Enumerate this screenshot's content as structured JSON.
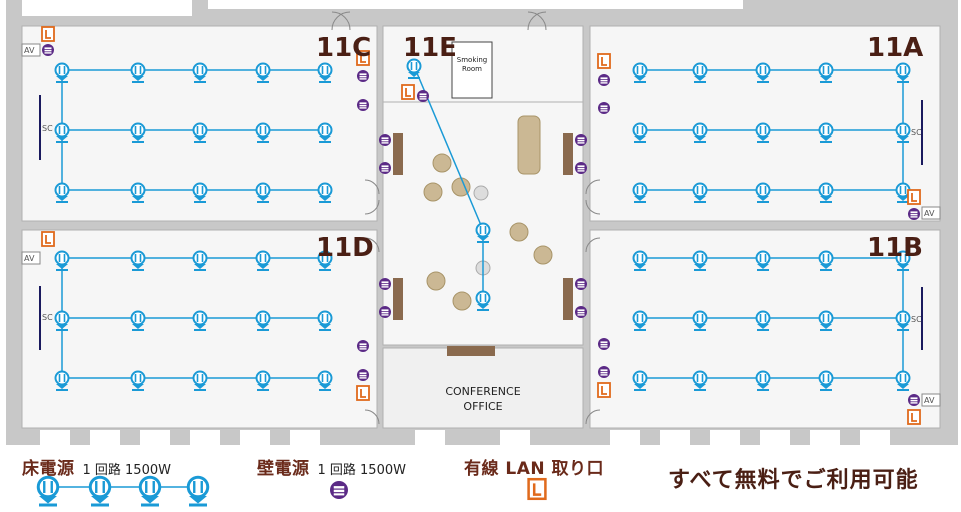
{
  "rooms": [
    {
      "id": "11C",
      "label": "11C"
    },
    {
      "id": "11E",
      "label": "11E"
    },
    {
      "id": "11A",
      "label": "11A"
    },
    {
      "id": "11D",
      "label": "11D"
    },
    {
      "id": "11B",
      "label": "11B"
    }
  ],
  "smoking_room": {
    "line1": "Smoking",
    "line2": "Room"
  },
  "conference": {
    "line1": "CONFERENCE",
    "line2": "OFFICE"
  },
  "marks": {
    "av": "AV",
    "sc": "SC",
    "lan": "L"
  },
  "legend": {
    "floor_power_title": "床電源",
    "floor_power_detail": "1 回路 1500W",
    "wall_power_title": "壁電源",
    "wall_power_detail": "1 回路 1500W",
    "lan_title": "有線 LAN 取り口"
  },
  "free_notice": "すべて無料でご利用可能",
  "colors": {
    "floor_outlet": "#1a9ad6",
    "wall_outlet": "#5b2a86",
    "lan": "#e06a1c",
    "room_label": "#4a1f14",
    "wall_fill": "#c8c8c8",
    "room_fill": "#f6f6f6",
    "furniture": "#cbb894",
    "door_panel": "#8a6a4e"
  }
}
